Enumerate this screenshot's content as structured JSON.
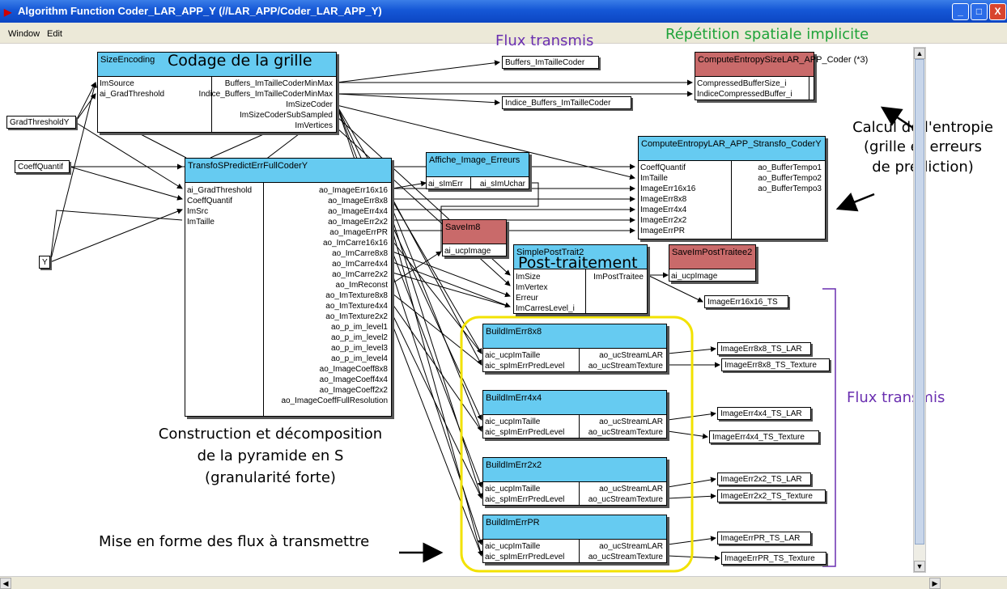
{
  "window": {
    "title": "Algorithm Function Coder_LAR_APP_Y (//LAR_APP/Coder_LAR_APP_Y)",
    "minimize": "_",
    "maximize": "□",
    "close": "X"
  },
  "menu": {
    "window": "Window",
    "edit": "Edit"
  },
  "blocks": {
    "size_encoding": {
      "title": "SizeEncoding",
      "inputs": [
        "ImSource",
        "ai_GradThreshold"
      ],
      "outputs": [
        "Buffers_ImTailleCoderMinMax",
        "Indice_Buffers_ImTailleCoderMinMax",
        "ImSizeCoder",
        "ImSizeCoderSubSampled",
        "ImVertices"
      ]
    },
    "transfo": {
      "title": "TransfoSPredictErrFullCoderY",
      "inputs": [
        "ai_GradThreshold",
        "CoeffQuantif",
        "ImSrc",
        "ImTaille"
      ],
      "outputs": [
        "ao_ImageErr16x16",
        "ao_ImageErr8x8",
        "ao_ImageErr4x4",
        "ao_ImageErr2x2",
        "ao_ImageErrPR",
        "ao_ImCarre16x16",
        "ao_ImCarre8x8",
        "ao_ImCarre4x4",
        "ao_ImCarre2x2",
        "ao_ImReconst",
        "ao_ImTexture8x8",
        "ao_ImTexture4x4",
        "ao_ImTexture2x2",
        "ao_p_im_level1",
        "ao_p_im_level2",
        "ao_p_im_level3",
        "ao_p_im_level4",
        "ao_ImageCoeff8x8",
        "ao_ImageCoeff4x4",
        "ao_ImageCoeff2x2",
        "ao_ImageCoeffFullResolution"
      ]
    },
    "affiche": {
      "title": "Affiche_Image_Erreurs",
      "inputs": [
        "ai_sImErr"
      ],
      "outputs": [
        "ai_sImUchar"
      ]
    },
    "saveim8": {
      "title": "SaveIm8",
      "inputs": [
        "ai_ucpImage"
      ]
    },
    "simple_post": {
      "title": "SimplePostTrait2",
      "inputs": [
        "ImSize",
        "ImVertex",
        "Erreur",
        "ImCarresLevel_i"
      ],
      "outputs": [
        "ImPostTraitee"
      ]
    },
    "save_post": {
      "title": "SaveImPostTraitee2",
      "inputs": [
        "ai_ucpImage"
      ]
    },
    "entropy_size": {
      "title": "ComputeEntropySizeLAR_APP_Coder (*3)",
      "inputs": [
        "CompressedBufferSize_i",
        "IndiceCompressedBuffer_i"
      ]
    },
    "entropy_transfo": {
      "title": "ComputeEntropyLAR_APP_Stransfo_CoderY",
      "inputs": [
        "CoeffQuantif",
        "ImTaille",
        "ImageErr16x16",
        "ImageErr8x8",
        "ImageErr4x4",
        "ImageErr2x2",
        "ImageErrPR"
      ],
      "outputs": [
        "ao_BufferTempo1",
        "ao_BufferTempo2",
        "ao_BufferTempo3"
      ]
    },
    "build8": {
      "title": "BuildImErr8x8",
      "inputs": [
        "aic_ucpImTaille",
        "aic_spImErrPredLevel"
      ],
      "outputs": [
        "ao_ucStreamLAR",
        "ao_ucStreamTexture"
      ]
    },
    "build4": {
      "title": "BuildImErr4x4",
      "inputs": [
        "aic_ucpImTaille",
        "aic_spImErrPredLevel"
      ],
      "outputs": [
        "ao_ucStreamLAR",
        "ao_ucStreamTexture"
      ]
    },
    "build2": {
      "title": "BuildImErr2x2",
      "inputs": [
        "aic_ucpImTaille",
        "aic_spImErrPredLevel"
      ],
      "outputs": [
        "ao_ucStreamLAR",
        "ao_ucStreamTexture"
      ]
    },
    "buildpr": {
      "title": "BuildImErrPR",
      "inputs": [
        "aic_ucpImTaille",
        "aic_spImErrPredLevel"
      ],
      "outputs": [
        "ao_ucStreamLAR",
        "ao_ucStreamTexture"
      ]
    }
  },
  "externals": {
    "grad_threshold": "GradThresholdY",
    "coeff_quantif": "CoeffQuantif",
    "y": "Y",
    "buffers": "Buffers_ImTailleCoder",
    "indice_buffers": "Indice_Buffers_ImTailleCoder",
    "image16_ts": "ImageErr16x16_TS",
    "e8_lar": "ImageErr8x8_TS_LAR",
    "e8_tex": "ImageErr8x8_TS_Texture",
    "e4_lar": "ImageErr4x4_TS_LAR",
    "e4_tex": "ImageErr4x4_TS_Texture",
    "e2_lar": "ImageErr2x2_TS_LAR",
    "e2_tex": "ImageErr2x2_TS_Texture",
    "pr_lar": "ImageErrPR_TS_LAR",
    "pr_tex": "ImageErrPR_TS_Texture"
  },
  "annotations": {
    "codage": "Codage de la grille",
    "flux_top": "Flux transmis",
    "repetition": "Répétition spatiale implicite",
    "calcul_line1": "Calcul de l'entropie",
    "calcul_line2": "(grille et erreurs",
    "calcul_line3": "de prédiction)",
    "post": "Post-traitement",
    "flux_right": "Flux transmis",
    "construction_line1": "Construction et décomposition",
    "construction_line2": "de la pyramide en S",
    "construction_line3": "(granularité forte)",
    "mise_en_forme": "Mise en forme des flux à transmettre"
  },
  "colors": {
    "block_blue": "#66cbf1",
    "block_red": "#c96a6a",
    "annot_blue": "#1b1bb3",
    "annot_purple": "#6a2fb0",
    "annot_green": "#1fa33a",
    "yellow_highlight": "#f2e200"
  }
}
